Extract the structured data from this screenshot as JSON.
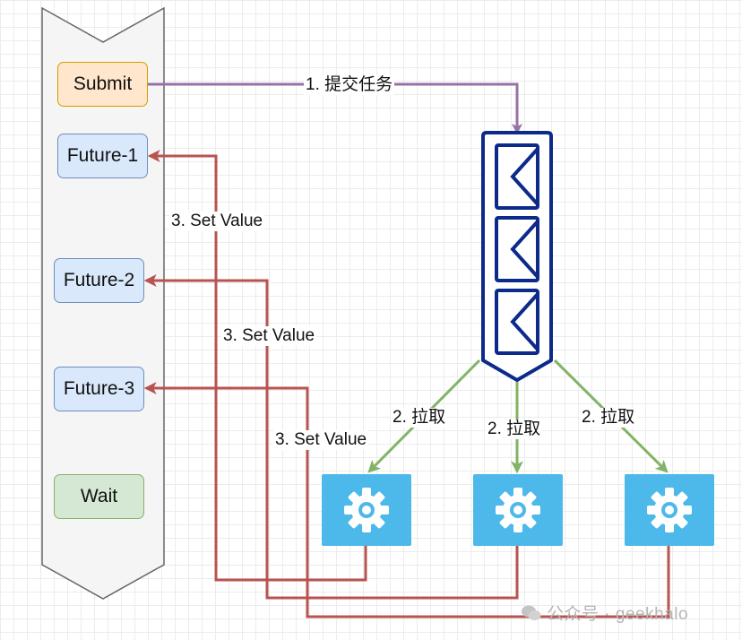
{
  "nodes": {
    "submit": "Submit",
    "future1": "Future-1",
    "future2": "Future-2",
    "future3": "Future-3",
    "wait": "Wait"
  },
  "edges": {
    "submit_label": "1. 提交任务",
    "pull_label": "2. 拉取",
    "set_value_label": "3. Set Value"
  },
  "watermark": "公众号 · geekhalo",
  "colors": {
    "submit_arrow": "#9673a6",
    "pull_arrow": "#82b366",
    "set_value_arrow": "#b85450",
    "queue": "#0c2a8a",
    "worker": "#4cb9ea"
  },
  "icons": {
    "queue": "message-queue-icon",
    "worker": "gear-icon"
  }
}
